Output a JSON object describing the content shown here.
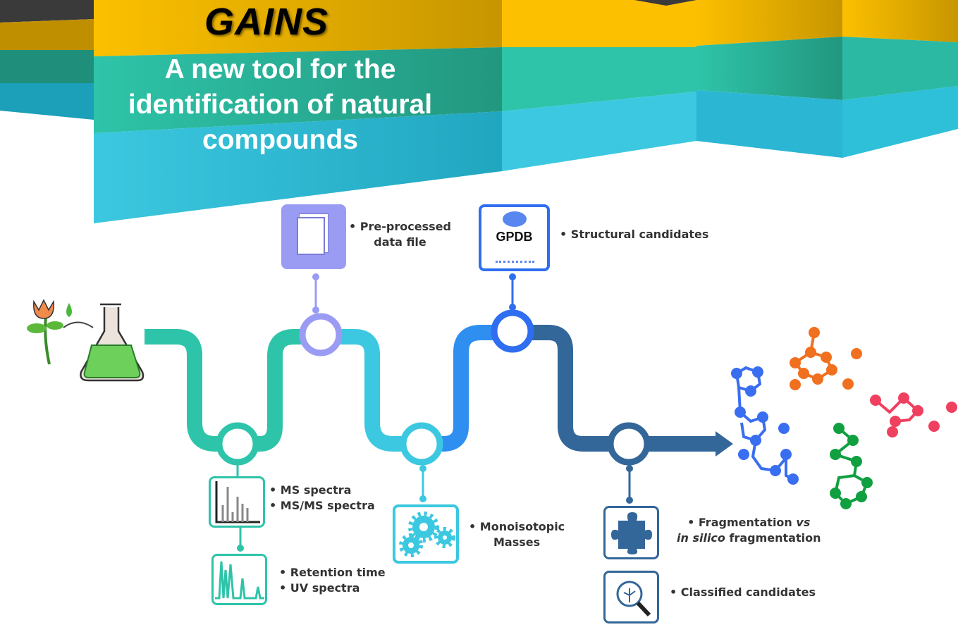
{
  "header": {
    "title": "GAINS",
    "subtitle": "A new tool for the identification of natural compounds"
  },
  "steps": {
    "preprocessed": [
      "• Pre-processed",
      "data file"
    ],
    "gpdb_label": "GPDB",
    "structural": "• Structural candidates",
    "ms": [
      "• MS spectra",
      "• MS/MS spectra"
    ],
    "rt": [
      "• Retention time",
      "• UV spectra"
    ],
    "mono": [
      "• Monoisotopic",
      "Masses"
    ],
    "frag": {
      "bullet": "• Fragmentation ",
      "vs": "vs",
      "insilico": "in silico",
      "rest": " fragmentation"
    },
    "classified": "• Classified candidates"
  },
  "colors": {
    "yellow": "#fcc000",
    "teal": "#2ec4a9",
    "cyan": "#3cc8e0",
    "blue": "#2f8ff0",
    "dark_blue": "#336699",
    "lavender": "#9a9cf4"
  }
}
